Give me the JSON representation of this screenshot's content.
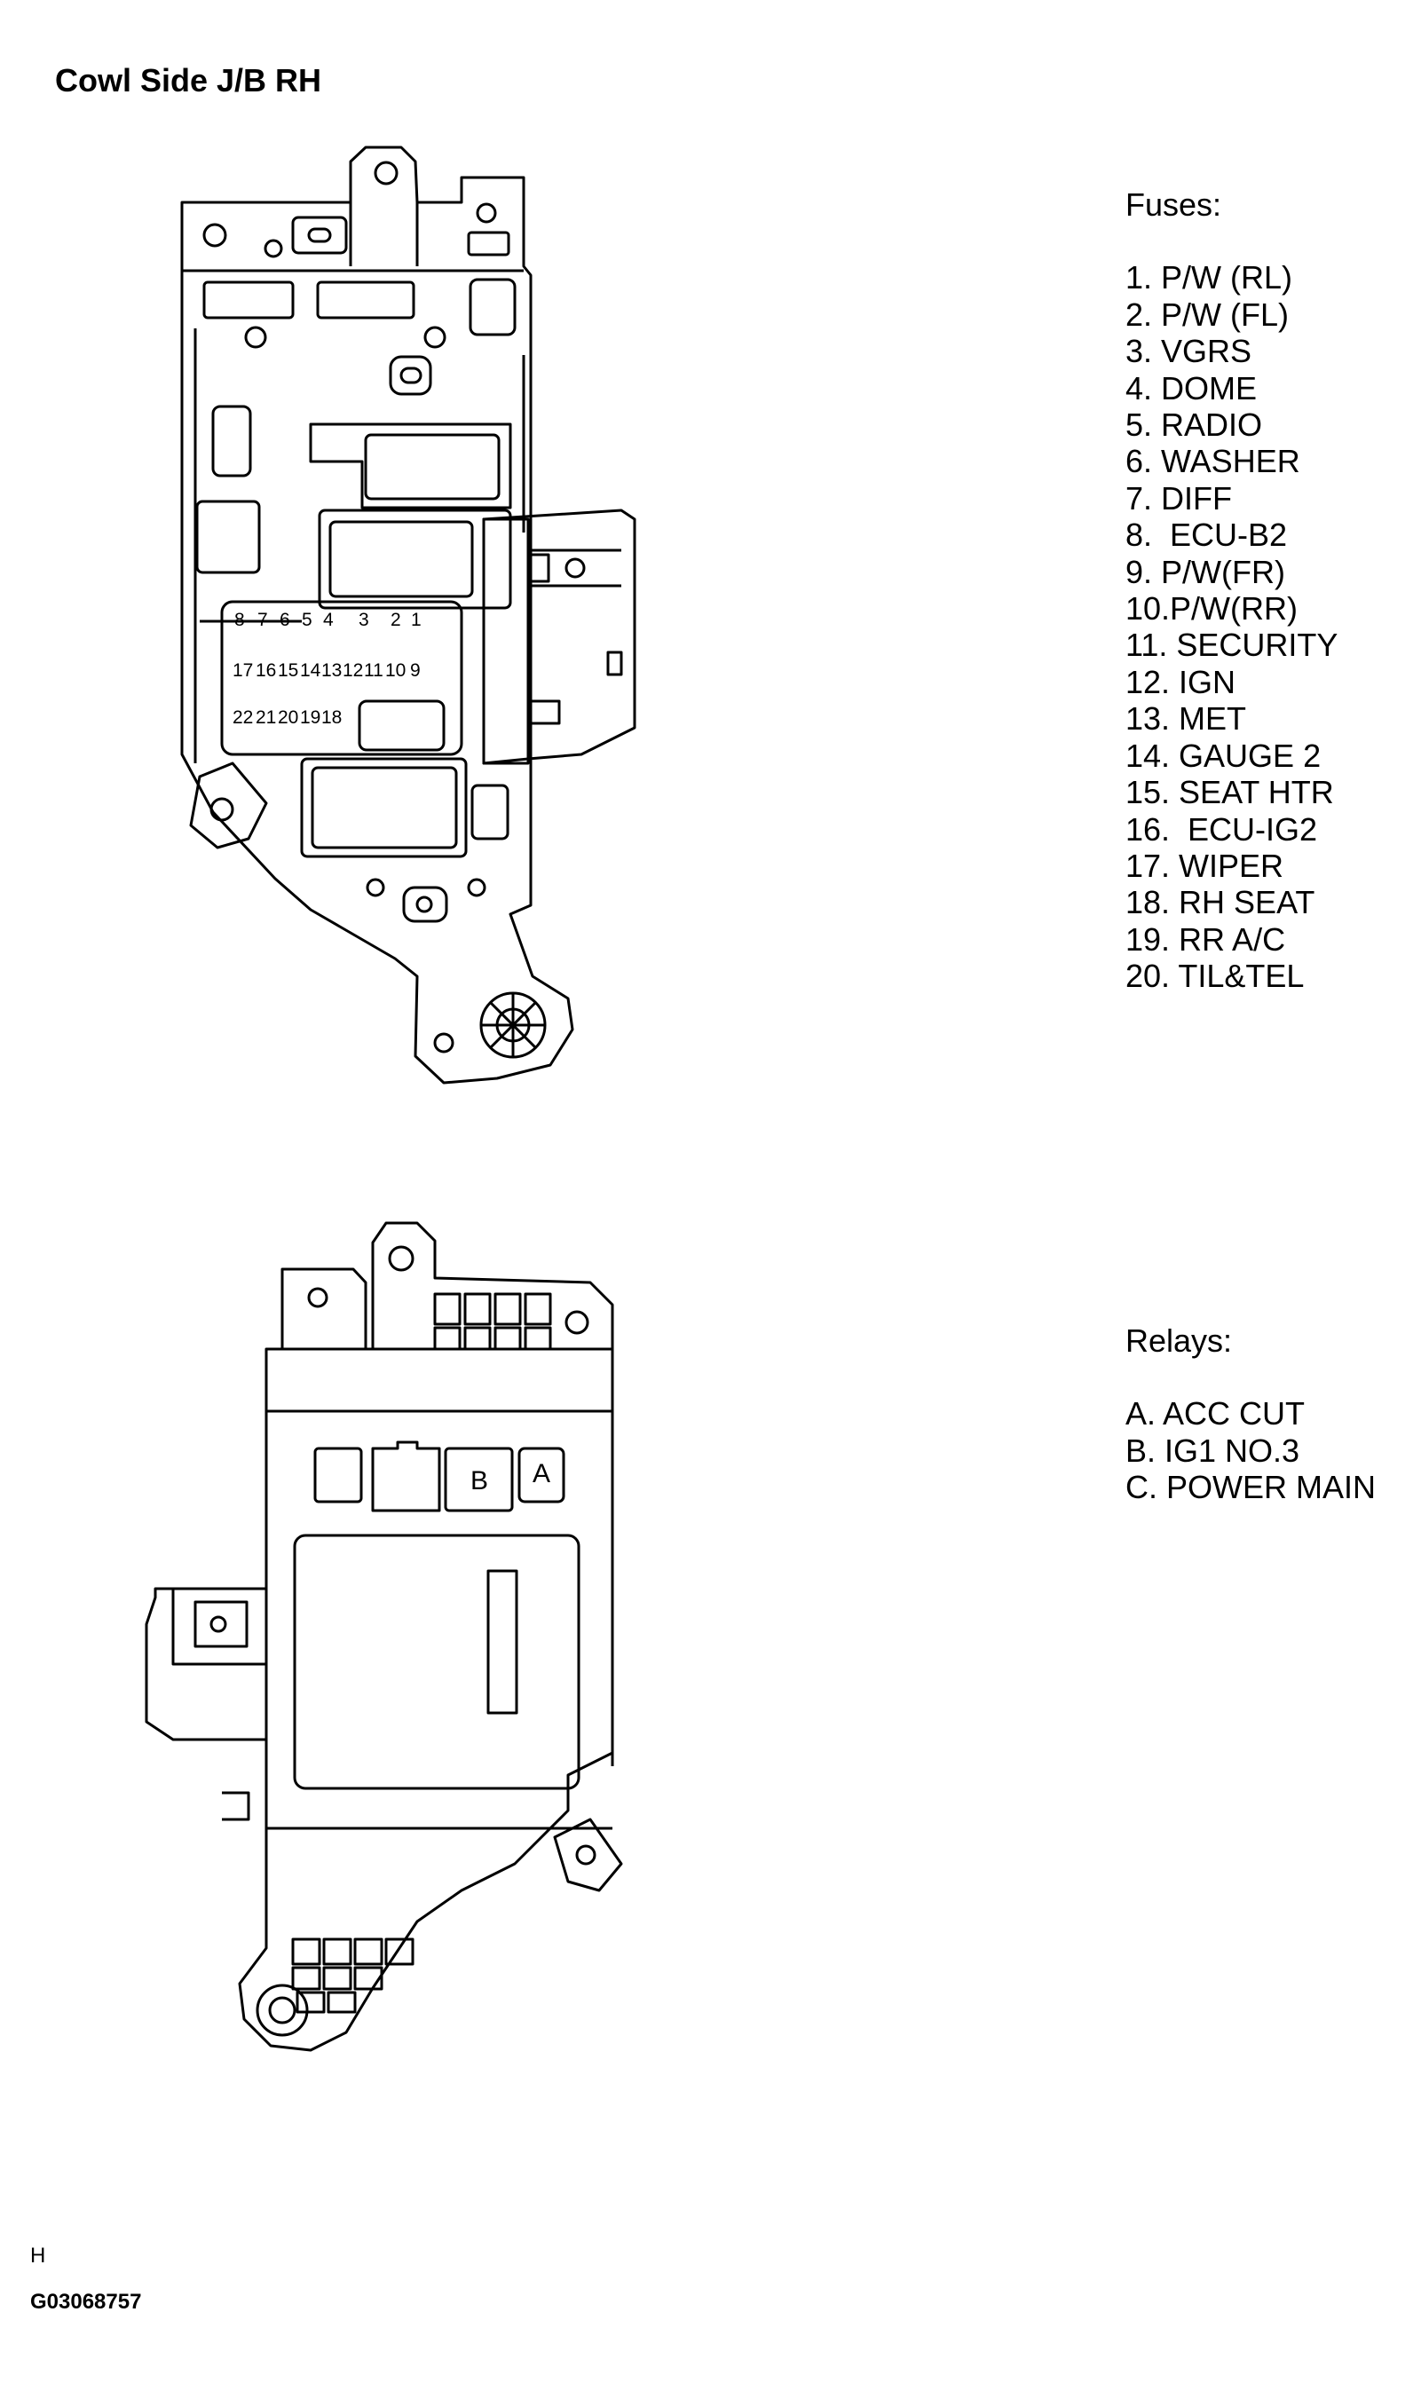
{
  "title": "Cowl Side J/B RH",
  "fuses": {
    "header": "Fuses:",
    "items": [
      "1. P/W (RL)",
      "2. P/W (FL)",
      "3. VGRS",
      "4. DOME",
      "5. RADIO",
      "6. WASHER",
      "7. DIFF",
      "8.  ECU-B2",
      "9. P/W(FR)",
      "10.P/W(RR)",
      "11. SECURITY",
      "12. IGN",
      "13. MET",
      "14. GAUGE 2",
      "15. SEAT HTR",
      "16.  ECU-IG2",
      "17. WIPER",
      "18. RH SEAT",
      "19. RR A/C",
      "20. TIL&TEL"
    ]
  },
  "relays": {
    "header": "Relays:",
    "items": [
      "A. ACC CUT",
      "B. IG1 NO.3",
      "C. POWER MAIN"
    ]
  },
  "diagram": {
    "fuse_numbers_row1": [
      "8",
      "7",
      "6",
      "5",
      "4",
      "3",
      "2",
      "1"
    ],
    "fuse_numbers_row2": [
      "17",
      "16",
      "15",
      "14",
      "13",
      "12",
      "11",
      "10",
      "9"
    ],
    "fuse_numbers_row3": [
      "22",
      "21",
      "20",
      "19",
      "18"
    ],
    "relay_label_b": "B",
    "relay_label_a": "A"
  },
  "footer": {
    "letter": "H",
    "figure_id": "G03068757"
  }
}
